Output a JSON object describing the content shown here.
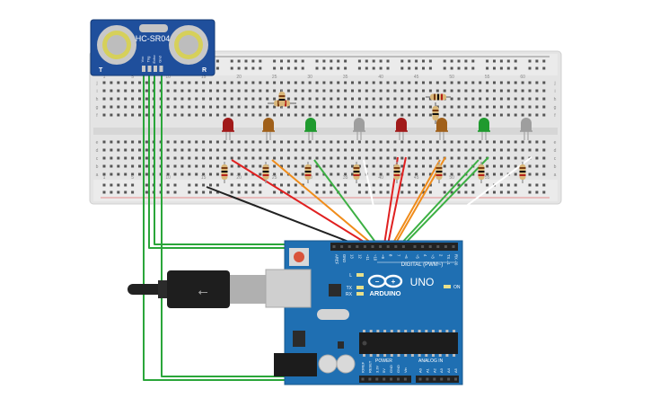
{
  "sensor": {
    "model": "HC-SR04",
    "pins": [
      "Vcc",
      "Trig",
      "Echo",
      "Gnd"
    ],
    "corner_left": "T",
    "corner_right": "R"
  },
  "breadboard": {
    "column_numbers": [
      "1",
      "5",
      "10",
      "15",
      "20",
      "25",
      "30",
      "35",
      "40",
      "45",
      "50",
      "55",
      "60"
    ],
    "row_letters_top": [
      "j",
      "i",
      "h",
      "g",
      "f"
    ],
    "row_letters_bottom": [
      "e",
      "d",
      "c",
      "b",
      "a"
    ]
  },
  "leds": [
    {
      "color": "#a11a1a"
    },
    {
      "color": "#a0601a"
    },
    {
      "color": "#1f9a2e"
    },
    {
      "color": "#9e9e9e"
    },
    {
      "color": "#a11a1a"
    },
    {
      "color": "#a0601a"
    },
    {
      "color": "#1f9a2e"
    },
    {
      "color": "#9e9e9e"
    }
  ],
  "arduino": {
    "brand": "ARDUINO",
    "model": "UNO",
    "digital_label": "DIGITAL (PWM~)",
    "power_label": "POWER",
    "analog_label": "ANALOG IN",
    "on_label": "ON",
    "l_label": "L",
    "tx_label": "TX",
    "rx_label": "RX",
    "digital_pins": [
      "AREF",
      "GND",
      "13",
      "12",
      "~11",
      "~10",
      "~9",
      "8",
      "7",
      "~6",
      "~5",
      "4",
      "~3",
      "2",
      "TX→1",
      "RX←0"
    ],
    "power_pins": [
      "IOREF",
      "RESET",
      "3.3V",
      "5V",
      "GND",
      "GND",
      "Vin"
    ],
    "analog_pins": [
      "A0",
      "A1",
      "A2",
      "A3",
      "A4",
      "A5"
    ]
  },
  "wire_colors": {
    "sensor": "#2aa63a",
    "ground": "#222222",
    "red": "#e02020",
    "orange": "#f08c1a",
    "green": "#3cb043",
    "white": "#ffffff"
  }
}
